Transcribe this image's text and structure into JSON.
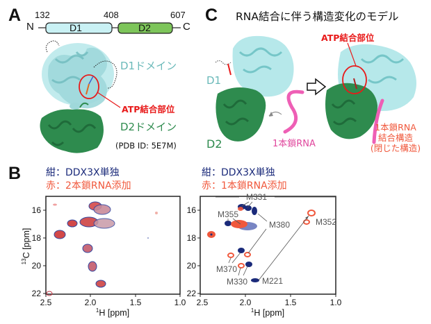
{
  "panel_a": {
    "letter": "A",
    "domain_map": {
      "n_term": "N",
      "c_term": "C",
      "positions": [
        "132",
        "408",
        "607"
      ],
      "segments": [
        {
          "label": "D1",
          "color": "#c9f1f4"
        },
        {
          "label": "D2",
          "color": "#7dc55a"
        }
      ]
    },
    "d1_label": "D1ドメイン",
    "d2_label": "D2ドメイン",
    "atp_label": "ATP結合部位",
    "pdb_label": "(PDB ID: 5E7M)"
  },
  "panel_b": {
    "letter": "B",
    "left": {
      "legend_navy": "紺：DDX3X単独",
      "legend_red": "赤：2本鎖RNA添加"
    },
    "right": {
      "legend_navy": "紺：DDX3X単独",
      "legend_red": "赤：1本鎖RNA添加"
    },
    "x_label": "1H [ppm]",
    "y_label": "13C [ppm]",
    "x_ticks": [
      "2.5",
      "2.0",
      "1.5",
      "1.0"
    ],
    "y_ticks": [
      "16",
      "18",
      "20",
      "22"
    ],
    "peak_labels": [
      "M331",
      "M355",
      "M380",
      "M352",
      "M370",
      "M330",
      "M221"
    ]
  },
  "panel_c": {
    "letter": "C",
    "title": "RNA結合に伴う構造変化のモデル",
    "d1_label": "D1",
    "d2_label": "D2",
    "ssrna_label": "1本鎖RNA",
    "atp_label": "ATP結合部位",
    "bound_label_lines": [
      "1本鎖RNA",
      "結合構造",
      "(閉じた構造)"
    ]
  },
  "colors": {
    "navy": "#1a2a7a",
    "red": "#f0583c",
    "d1_cyan": "#9fe0e2",
    "d2_green": "#2e8b4e",
    "rna_pink": "#ee5fb5",
    "atp_red": "#e81a1a"
  },
  "chart_data": [
    {
      "type": "scatter",
      "title": "1H-13C HMQC: DDX3X alone vs + dsRNA",
      "xlabel": "1H [ppm]",
      "ylabel": "13C [ppm]",
      "xlim": [
        2.5,
        1.0
      ],
      "ylim": [
        22,
        15.2
      ],
      "x_ticks": [
        2.5,
        2.0,
        1.5,
        1.0
      ],
      "y_ticks": [
        16,
        18,
        20,
        22
      ],
      "series": [
        {
          "name": "紺：DDX3X単独",
          "color": "#1a2a7a",
          "points": [
            [
              2.42,
              15.45
            ],
            [
              2.01,
              15.7
            ],
            [
              1.92,
              16.05
            ],
            [
              2.22,
              17.1
            ],
            [
              2.05,
              17.05
            ],
            [
              1.9,
              17.2
            ],
            [
              2.35,
              17.8
            ],
            [
              2.02,
              18.5
            ],
            [
              1.96,
              19.85
            ],
            [
              1.88,
              21.05
            ],
            [
              2.45,
              22.0
            ],
            [
              1.35,
              19.25
            ]
          ]
        },
        {
          "name": "赤：2本鎖RNA添加",
          "color": "#f0583c",
          "points": [
            [
              2.42,
              15.45
            ],
            [
              2.01,
              15.7
            ],
            [
              1.92,
              16.05
            ],
            [
              2.22,
              17.1
            ],
            [
              2.05,
              17.05
            ],
            [
              1.9,
              17.2
            ],
            [
              2.35,
              17.8
            ],
            [
              2.02,
              18.5
            ],
            [
              1.96,
              19.85
            ],
            [
              1.88,
              21.05
            ],
            [
              2.45,
              22.0
            ],
            [
              1.27,
              16.1
            ]
          ]
        }
      ]
    },
    {
      "type": "scatter",
      "title": "1H-13C HMQC: DDX3X alone vs + ssRNA",
      "xlabel": "1H [ppm]",
      "ylabel": "13C [ppm]",
      "xlim": [
        2.5,
        1.0
      ],
      "ylim": [
        22,
        15.2
      ],
      "x_ticks": [
        2.5,
        2.0,
        1.5,
        1.0
      ],
      "y_ticks": [
        16,
        18,
        20,
        22
      ],
      "series": [
        {
          "name": "紺：DDX3X単独",
          "color": "#1a2a7a",
          "points": [
            {
              "x": 2.05,
              "y": 15.75,
              "label": "M331"
            },
            {
              "x": 1.98,
              "y": 15.85
            },
            {
              "x": 1.91,
              "y": 16.05,
              "label": "M380"
            },
            {
              "x": 2.22,
              "y": 17.15,
              "label": "M355"
            },
            {
              "x": 2.02,
              "y": 17.1
            },
            {
              "x": 1.95,
              "y": 17.25
            },
            {
              "x": 1.88,
              "y": 17.35
            },
            {
              "x": 2.35,
              "y": 17.8
            },
            {
              "x": 2.05,
              "y": 18.55,
              "label": "M370"
            },
            {
              "x": 1.97,
              "y": 19.9,
              "label": "M330"
            },
            {
              "x": 1.89,
              "y": 21.1,
              "label": "M221"
            }
          ]
        },
        {
          "name": "赤：1本鎖RNA添加",
          "color": "#f0583c",
          "points": [
            {
              "x": 2.03,
              "y": 15.8
            },
            {
              "x": 1.98,
              "y": 15.9
            },
            {
              "x": 2.12,
              "y": 17.05
            },
            {
              "x": 2.05,
              "y": 17.0
            },
            {
              "x": 1.97,
              "y": 17.05
            },
            {
              "x": 2.35,
              "y": 17.8
            },
            {
              "x": 2.15,
              "y": 18.95,
              "label": "M370"
            },
            {
              "x": 1.97,
              "y": 18.85,
              "label": "M380"
            },
            {
              "x": 2.04,
              "y": 19.95,
              "label": "M330"
            },
            {
              "x": 1.28,
              "y": 16.1,
              "label": "M221"
            },
            {
              "x": 1.34,
              "y": 17.45,
              "label": "M352"
            }
          ]
        }
      ],
      "annotations": [
        {
          "text": "arrow M221: (1.89,21.1) → (1.29,16.2)"
        }
      ]
    }
  ]
}
